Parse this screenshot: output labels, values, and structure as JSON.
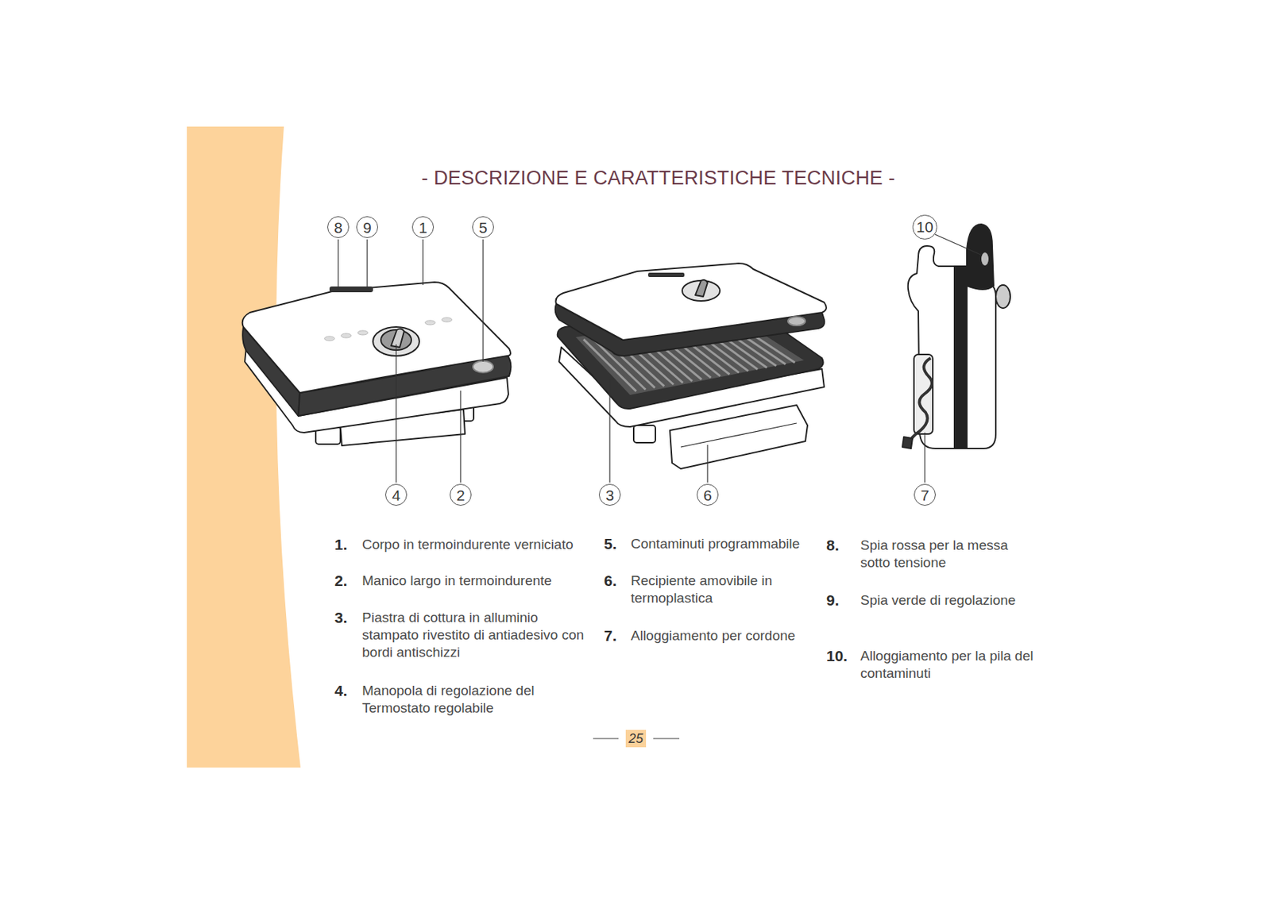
{
  "diagram": {
    "title": "- DESCRIZIONE E CARATTERISTICHE TECNICHE -",
    "nodes": [
      {
        "text": [
          "8"
        ]
      },
      {
        "text": [
          "9"
        ]
      },
      {
        "text": [
          "1"
        ]
      },
      {
        "text": [
          "5"
        ]
      },
      {
        "text": [
          "10"
        ]
      },
      {
        "text": [
          "4"
        ]
      },
      {
        "text": [
          "2"
        ]
      },
      {
        "text": [
          "3"
        ]
      },
      {
        "text": [
          "6"
        ]
      },
      {
        "text": [
          "7"
        ]
      },
      {
        "text": [
          "25"
        ]
      }
    ],
    "labels": [
      "1.",
      "Corpo in termoindurente verniciato",
      "2.",
      "Manico largo in termoindurente",
      "3.",
      "Piastra di cottura in alluminio stampato rivestito di antiadesivo con bordi antischizzi",
      "4.",
      "Manopola di regolazione del Termostato regolabile",
      "5.",
      "Contaminuti programmabile",
      "6.",
      "Recipiente amovibile in termoplastica",
      "7.",
      "Alloggiamento per cordone",
      "8.",
      "Spia rossa per la messa sotto tensione",
      "9.",
      "Spia verde di regolazione",
      "10.",
      "Alloggiamento per la pila del contaminuti"
    ]
  }
}
